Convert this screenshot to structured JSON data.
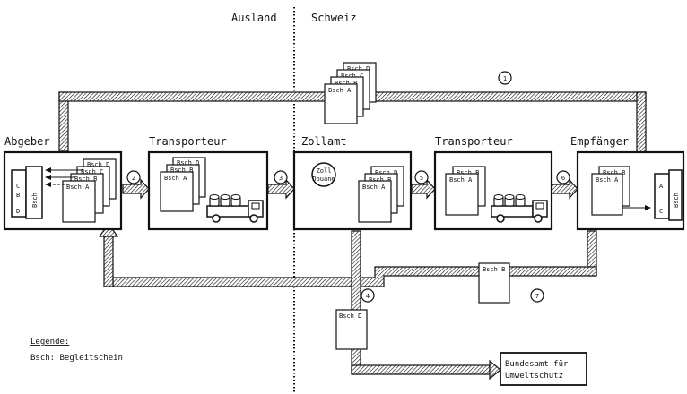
{
  "regions": {
    "left": "Ausland",
    "right": "Schweiz"
  },
  "stations": [
    {
      "id": "abgeber",
      "label": "Abgeber"
    },
    {
      "id": "transporteur1",
      "label": "Transporteur"
    },
    {
      "id": "zollamt",
      "label": "Zollamt"
    },
    {
      "id": "transporteur2",
      "label": "Transporteur"
    },
    {
      "id": "empfaenger",
      "label": "Empfänger"
    }
  ],
  "zoll_stamp": {
    "line1": "Zoll",
    "line2": "Douane"
  },
  "documents": {
    "bsch_a": "Bsch A",
    "bsch_b": "Bsch B",
    "bsch_c": "Bsch C",
    "bsch_d": "Bsch D",
    "bsch_b_short": "Bsch B",
    "bsch_d_short": "Bsch D",
    "binder_abgeber": [
      "C",
      "B",
      "D",
      "Bsch"
    ],
    "binder_empfaenger": [
      "A",
      "C",
      "Bsch"
    ]
  },
  "steps": [
    "1",
    "2",
    "3",
    "4",
    "5",
    "6",
    "7"
  ],
  "authority": {
    "line1": "Bundesamt für",
    "line2": "Umweltschutz"
  },
  "legend": {
    "title": "Legende:",
    "entry": "Bsch: Begleitschein"
  },
  "colors": {
    "ink": "#111111",
    "paper": "#ffffff"
  }
}
